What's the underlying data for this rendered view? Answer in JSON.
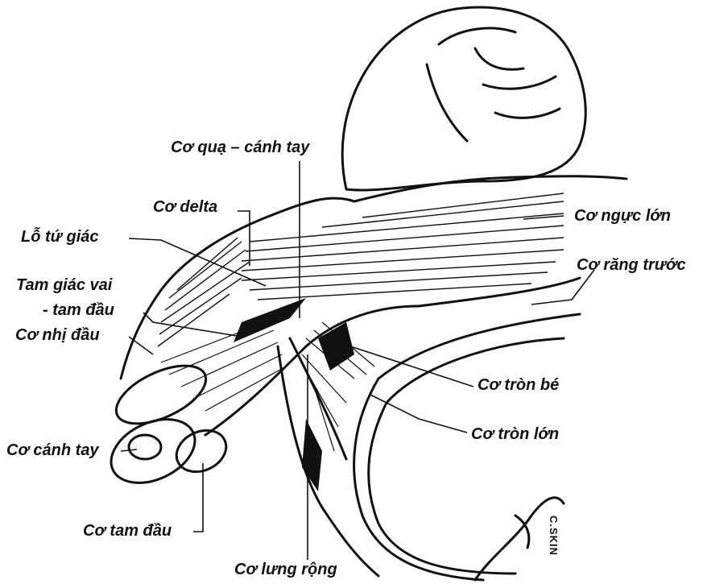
{
  "labels": {
    "coracobrachialis": "Cơ quạ – cánh tay",
    "deltoid": "Cơ delta",
    "quadrangular_space": "Lỗ tứ giác",
    "triangular_space_line1": "Tam giác vai",
    "triangular_space_line2": "- tam đầu",
    "biceps": "Cơ nhị đầu",
    "brachialis": "Cơ cánh tay",
    "triceps": "Cơ tam đầu",
    "latissimus_dorsi": "Cơ lưng rộng",
    "pectoralis_major": "Cơ ngực lớn",
    "serratus_anterior": "Cơ răng trước",
    "teres_minor": "Cơ tròn bé",
    "teres_major": "Cơ tròn lớn"
  },
  "signature": "C.SKIN",
  "colors": {
    "ink": "#111111",
    "paper": "#ffffff"
  }
}
